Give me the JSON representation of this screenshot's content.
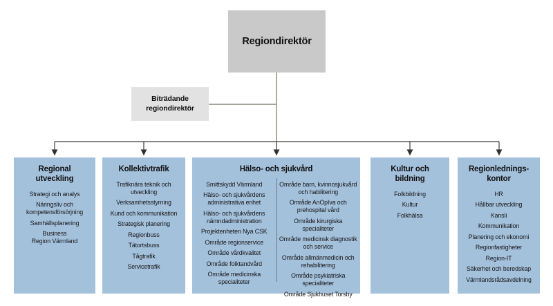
{
  "colors": {
    "department_box_blue": "#a4c1dc",
    "director_box_gray": "#c9c9c9",
    "deputy_box_gray": "#e2e2e2",
    "connector_dark": "#3a3a38",
    "connector_light": "#87877f",
    "column_divider": "#68747e"
  },
  "root_box": {
    "label": "Regiondirektör"
  },
  "deputy_box": {
    "label": "Biträdande\nregiondirektör"
  },
  "departments": [
    {
      "title": "Regional\nutveckling",
      "items": [
        "Strategi och analys",
        "Näringsliv och\nkompetensförsörjning",
        "Samhällsplanering",
        "Business\nRegion Värmland"
      ]
    },
    {
      "title": "Kollektivtrafik",
      "items": [
        "Trafiknära teknik och\nutveckling",
        "Verksamhetsstyrning",
        "Kund och kommunikation",
        "Strategisk planering",
        "Regionbuss",
        "Tätortsbuss",
        "Tågtrafik",
        "Servicetrafik"
      ]
    },
    {
      "title": "Hälso- och sjukvård",
      "columns": {
        "left": [
          "Smittskydd Värmland",
          "Hälso- och sjukvårdens\nadministrativa enhet",
          "Hälso- och sjukvårdens\nnämndadministration",
          "Projektenheten Nya CSK",
          "Område regionservice",
          "Område vårdkvalitet",
          "Område folktandvård",
          "Område medicinska\nspecialiteter"
        ],
        "right": [
          "Område barn, kvinnosjukvård\noch habilitering",
          "Område AnOpIva och\nprehospital vård",
          "Område kirurgiska specialiteter",
          "Område medicinsk diagnostik\noch service",
          "Område allmänmedicin och\nrehabilitering",
          "Område psykiatriska\nspecialiteter",
          "Område Sjukhuset Torsby"
        ]
      }
    },
    {
      "title": "Kultur och\nbildning",
      "items": [
        "Folkbildning",
        "Kultur",
        "Folkhälsa"
      ]
    },
    {
      "title": "Regionlednings-\nkontor",
      "items": [
        "HR",
        "Hållbar utveckling",
        "Kansli",
        "Kommunikation",
        "Planering och ekonomi",
        "Regionfastigheter",
        "Region-IT",
        "Säkerhet och beredskap",
        "Värmlandsrådsavdelning"
      ]
    }
  ]
}
